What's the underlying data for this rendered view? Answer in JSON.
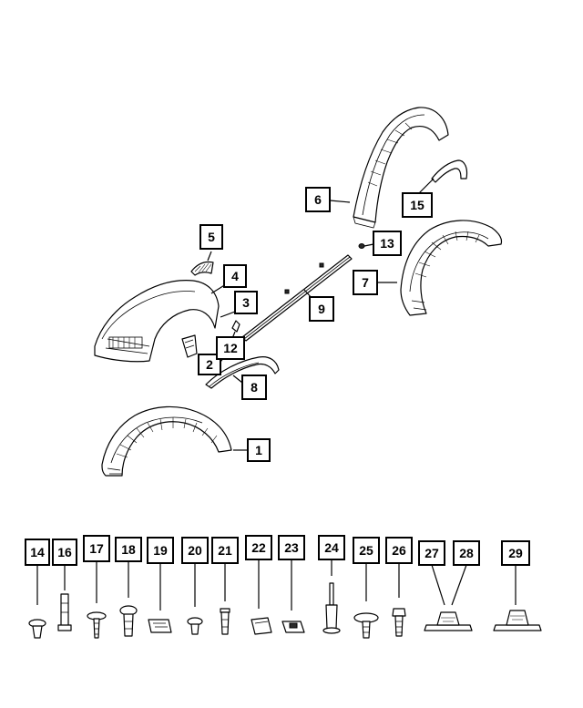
{
  "callouts": [
    {
      "id": "c1",
      "label": "1"
    },
    {
      "id": "c2",
      "label": "2"
    },
    {
      "id": "c3",
      "label": "3"
    },
    {
      "id": "c4",
      "label": "4"
    },
    {
      "id": "c5",
      "label": "5"
    },
    {
      "id": "c6",
      "label": "6"
    },
    {
      "id": "c7",
      "label": "7"
    },
    {
      "id": "c8",
      "label": "8"
    },
    {
      "id": "c9",
      "label": "9"
    },
    {
      "id": "c12",
      "label": "12"
    },
    {
      "id": "c13",
      "label": "13"
    },
    {
      "id": "c15",
      "label": "15"
    },
    {
      "id": "c14",
      "label": "14"
    },
    {
      "id": "c16",
      "label": "16"
    },
    {
      "id": "c17",
      "label": "17"
    },
    {
      "id": "c18",
      "label": "18"
    },
    {
      "id": "c19",
      "label": "19"
    },
    {
      "id": "c20",
      "label": "20"
    },
    {
      "id": "c21",
      "label": "21"
    },
    {
      "id": "c22",
      "label": "22"
    },
    {
      "id": "c23",
      "label": "23"
    },
    {
      "id": "c24",
      "label": "24"
    },
    {
      "id": "c25",
      "label": "25"
    },
    {
      "id": "c26",
      "label": "26"
    },
    {
      "id": "c27",
      "label": "27"
    },
    {
      "id": "c28",
      "label": "28"
    },
    {
      "id": "c29",
      "label": "29"
    }
  ]
}
